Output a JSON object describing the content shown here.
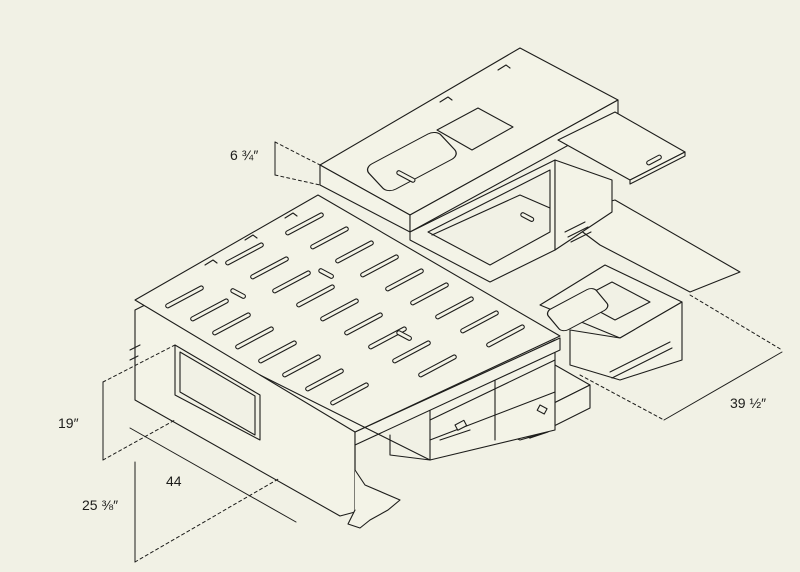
{
  "dimensions": {
    "top_height": "6 ¾″",
    "right_length": "39 ½″",
    "overall_height": "19″",
    "width": "44",
    "depth": "25 ⅜″"
  },
  "colors": {
    "background": "#f1f1e5",
    "line": "#1d1d1b",
    "panel": "#f3f3e7"
  }
}
